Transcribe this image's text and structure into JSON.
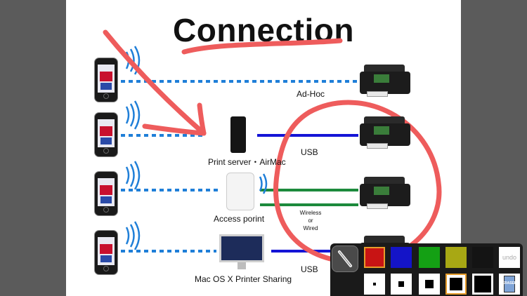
{
  "slide": {
    "title": "Connection",
    "labels": {
      "adhoc": "Ad-Hoc",
      "usb_top": "USB",
      "print_server": "Print server・AirMac",
      "wireless": "Wireless",
      "or": "or",
      "wired": "Wired",
      "access_point": "Access porint",
      "usb_bottom": "USB",
      "mac_sharing": "Mac OS X Printer Sharing"
    },
    "colors": {
      "dotted_line": "#1f7fd8",
      "usb_line": "#1414d6",
      "wired_line": "#1c8a3c",
      "annotation": "#ee5c5c"
    }
  },
  "toolbar": {
    "pen_icon": "pen-icon",
    "colors": [
      {
        "name": "red",
        "hex": "#c81414"
      },
      {
        "name": "blue",
        "hex": "#1414c8"
      },
      {
        "name": "green",
        "hex": "#14a014"
      },
      {
        "name": "olive",
        "hex": "#a8a814"
      },
      {
        "name": "black",
        "hex": "#141414"
      }
    ],
    "undo_label": "undo",
    "eraser_label": "ERASER",
    "sizes": [
      "xs",
      "s",
      "m",
      "l",
      "xl"
    ],
    "selected_size": "l"
  }
}
